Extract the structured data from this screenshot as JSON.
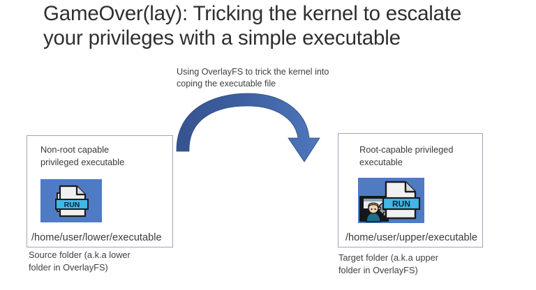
{
  "slide": {
    "title": "GameOver(lay): Tricking the kernel to escalate\nyour privileges with a simple executable",
    "arrow_caption": "Using OverlayFS to trick the kernel into\ncoping the executable file",
    "arrow_color_dark": "#3b5795",
    "arrow_color_light": "#4f74ba",
    "background": "#ffffff"
  },
  "source": {
    "heading": "Non-root capable\nprivileged executable",
    "path": "/home/user/lower/executable",
    "caption": "Source folder (a.k.a lower\nfolder in OverlayFS)",
    "icon_label": "RUN",
    "icon_tile_color": "#4f7bc4",
    "icon_banner_color": "#3fb8e8"
  },
  "target": {
    "heading": "Root-capable privileged\nexecutable",
    "path": "/home/user/upper/executable",
    "caption": "Target folder (a.k.a upper\nfolder in OverlayFS)",
    "icon_label": "RUN",
    "icon_tile_color": "#4f7bc4",
    "icon_banner_color": "#3fb8e8",
    "admin_hair_color": "#e8a33d",
    "admin_shirt_color": "#1f6f86"
  }
}
